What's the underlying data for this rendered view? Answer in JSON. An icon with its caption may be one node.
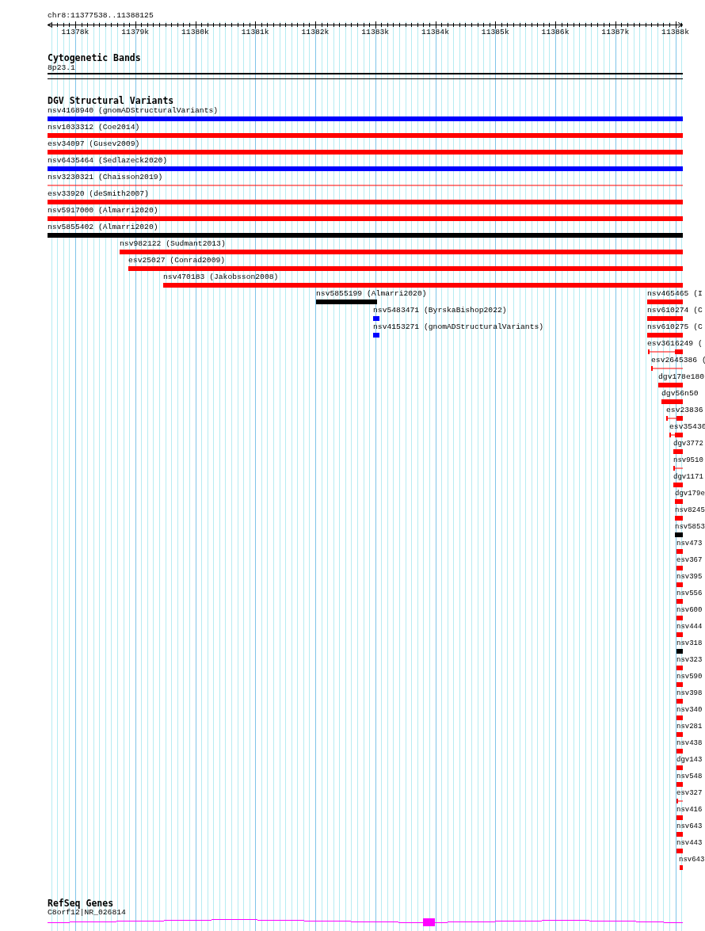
{
  "diagram": {
    "labels": [
      "chr8:11377538..11388125",
      "11378k",
      "11379k",
      "11380k",
      "11381k",
      "11382k",
      "11383k",
      "11384k",
      "11385k",
      "11386k",
      "11387k",
      "11388k",
      "Cytogenetic Bands",
      "8p23.1",
      "DGV Structural Variants",
      "nsv4168940 (gnomADStructuralVariants)",
      "nsv1033312 (Coe2014)",
      "esv34097 (Gusev2009)",
      "nsv6435464 (Sedlazeck2020)",
      "nsv3230321 (Chaisson2019)",
      "esv33920 (deSmith2007)",
      "nsv5917000 (Almarri2020)",
      "nsv5855402 (Almarri2020)",
      "nsv982122 (Sudmant2013)",
      "esv25027 (Conrad2009)",
      "nsv470183 (Jakobsson2008)",
      "nsv5855199 (Almarri2020)",
      "nsv5483471 (ByrskaBishop2022)",
      "nsv4153271 (gnomADStructuralVariants)",
      "nsv465465 (I",
      "nsv610274 (C",
      "nsv610275 (C",
      "esv3616249 (",
      "esv2645386 (",
      "dgv178e180",
      "dgv56n50",
      "esv23836",
      "esv35430",
      "dgv3772",
      "nsv9510",
      "dgv1171",
      "dgv179e",
      "nsv8245",
      "nsv5853",
      "nsv473",
      "esv367",
      "nsv395",
      "nsv556",
      "nsv600",
      "nsv444",
      "nsv318",
      "nsv323",
      "nsv590",
      "nsv398",
      "nsv340",
      "nsv281",
      "nsv438",
      "dgv143",
      "nsv548",
      "esv327",
      "nsv416",
      "nsv643",
      "nsv443",
      "nsv643",
      "RefSeq Genes",
      "C8orf12|NR_026814"
    ]
  }
}
